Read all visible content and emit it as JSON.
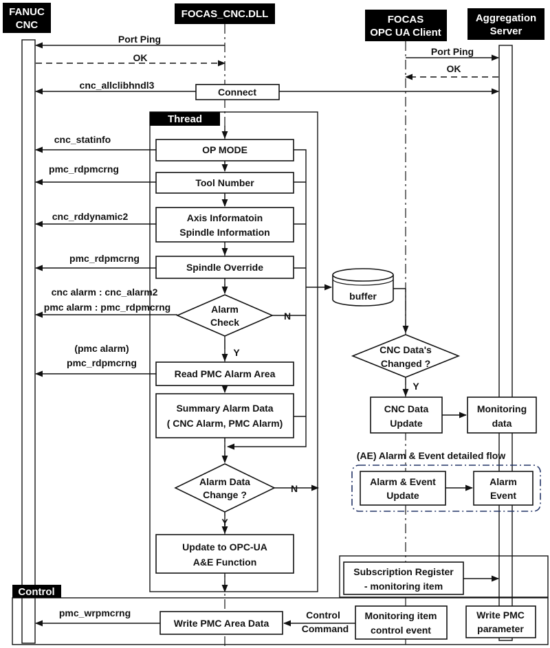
{
  "participants": {
    "fanuc": [
      "FANUC",
      "CNC"
    ],
    "dll": "FOCAS_CNC.DLL",
    "client": [
      "FOCAS",
      "OPC UA Client"
    ],
    "server": [
      "Aggregation",
      "Server"
    ]
  },
  "messages": {
    "port_ping_1": "Port Ping",
    "ok_1": "OK",
    "port_ping_2": "Port Ping",
    "ok_2": "OK",
    "cnc_allclibhndl3": "cnc_allclibhndl3",
    "cnc_statinfo": "cnc_statinfo",
    "pmc_rdpmcrng_1": "pmc_rdpmcrng",
    "cnc_rddynamic2": "cnc_rddynamic2",
    "pmc_rdpmcrng_2": "pmc_rdpmcrng",
    "cnc_alarm": "cnc alarm : cnc_alarm2",
    "pmc_alarm": "pmc alarm : pmc_rdpmcrng",
    "pmc_alarm_paren": "(pmc alarm)",
    "pmc_rdpmcrng_3": "pmc_rdpmcrng",
    "pmc_wrpmcrng": "pmc_wrpmcrng",
    "control_command": [
      "Control",
      "Command"
    ]
  },
  "frames": {
    "thread": "Thread",
    "control": "Control"
  },
  "boxes": {
    "connect": "Connect",
    "op_mode": "OP MODE",
    "tool_number": "Tool Number",
    "axis_info": [
      "Axis Informatoin",
      "Spindle Information"
    ],
    "spindle_override": "Spindle Override",
    "alarm_check": [
      "Alarm",
      "Check"
    ],
    "read_pmc": "Read PMC Alarm Area",
    "summary": [
      "Summary Alarm Data",
      "( CNC Alarm, PMC Alarm)"
    ],
    "alarm_data_change": [
      "Alarm Data",
      "Change ?"
    ],
    "update_opcua": [
      "Update to OPC-UA",
      "A&E Function"
    ],
    "buffer": "buffer",
    "cnc_changed": [
      "CNC Data's",
      "Changed ?"
    ],
    "cnc_update": [
      "CNC Data",
      "Update"
    ],
    "monitoring_data": [
      "Monitoring",
      "data"
    ],
    "ae_title": "(AE) Alarm & Event detailed flow",
    "ae_update": [
      "Alarm & Event",
      "Update"
    ],
    "alarm_event": [
      "Alarm",
      "Event"
    ],
    "subscription": [
      "Subscription Register",
      "- monitoring item"
    ],
    "write_pmc_area": "Write PMC Area Data",
    "monitoring_item": [
      "Monitoring item",
      "control event"
    ],
    "write_pmc_param": [
      "Write PMC",
      "parameter"
    ]
  },
  "branch_labels": {
    "n1": "N",
    "y1": "Y",
    "y_changed": "Y",
    "n2": "N",
    "y2": "Y"
  }
}
